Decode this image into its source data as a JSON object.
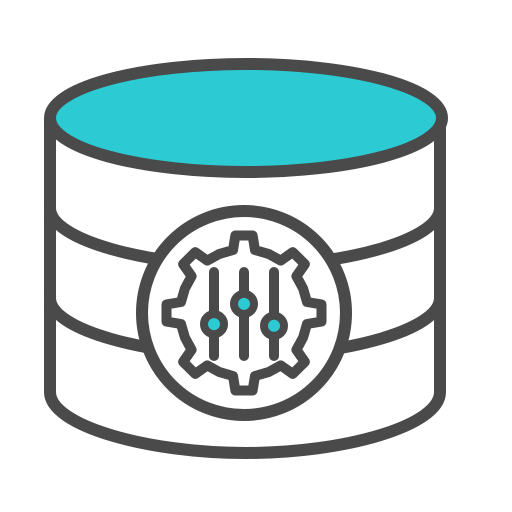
{
  "icon": {
    "name": "database-settings-icon",
    "parts": {
      "cylinder": "database-cylinder-icon",
      "badge": "settings-badge-icon",
      "gear": "gear-icon",
      "sliders": "sliders-icon"
    }
  },
  "colors": {
    "stroke": "#4a4a4a",
    "accent": "#2ccbd3",
    "fill": "#ffffff"
  },
  "sliders": {
    "count": 3,
    "knob_positions": [
      0.62,
      0.38,
      0.64
    ]
  }
}
